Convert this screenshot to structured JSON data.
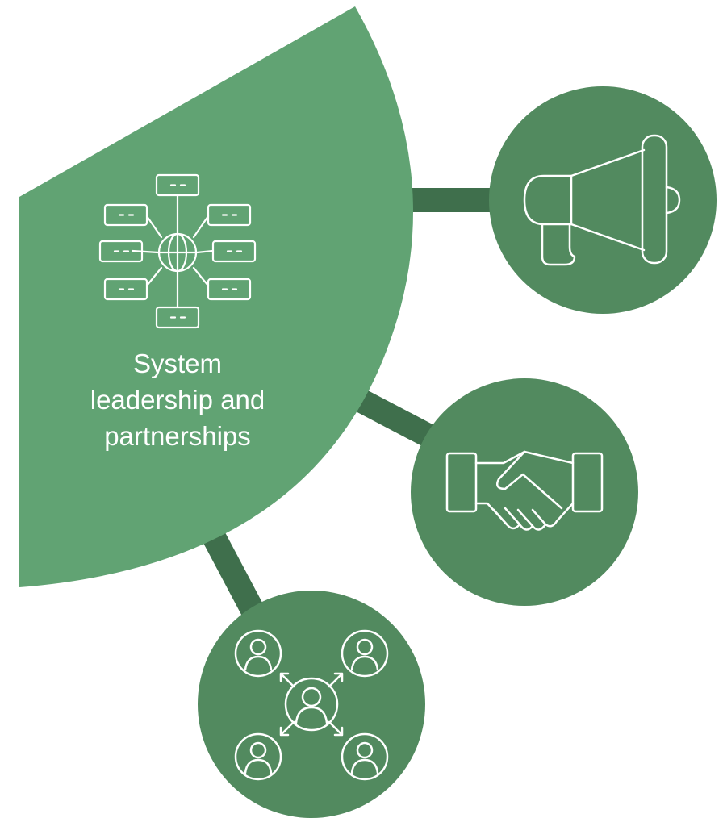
{
  "main_label": {
    "lines": [
      "System",
      "leadership and",
      "partnerships"
    ]
  },
  "nodes": [
    {
      "icon": "megaphone-icon"
    },
    {
      "icon": "handshake-icon"
    },
    {
      "icon": "people-network-icon"
    }
  ],
  "central_icon": "network-globe-icon",
  "colors": {
    "petal": "#61a373",
    "node": "#528a5f",
    "connector": "#3f6f4c",
    "icon_stroke": "#ffffff"
  }
}
